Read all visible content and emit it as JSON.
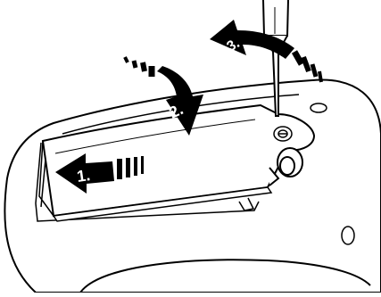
{
  "steps": [
    {
      "label": "1."
    },
    {
      "label": "2."
    },
    {
      "label": "3."
    }
  ],
  "icons": {
    "device": "device-body-outline",
    "cover": "battery-cover",
    "screw": "screw-icon",
    "screwdriver": "screwdriver-icon",
    "arrows": [
      "slide-left-arrow-icon",
      "press-down-curved-arrow-icon",
      "lift-up-curved-arrow-icon"
    ]
  },
  "colors": {
    "line": "#000000",
    "fill": "#ffffff"
  }
}
